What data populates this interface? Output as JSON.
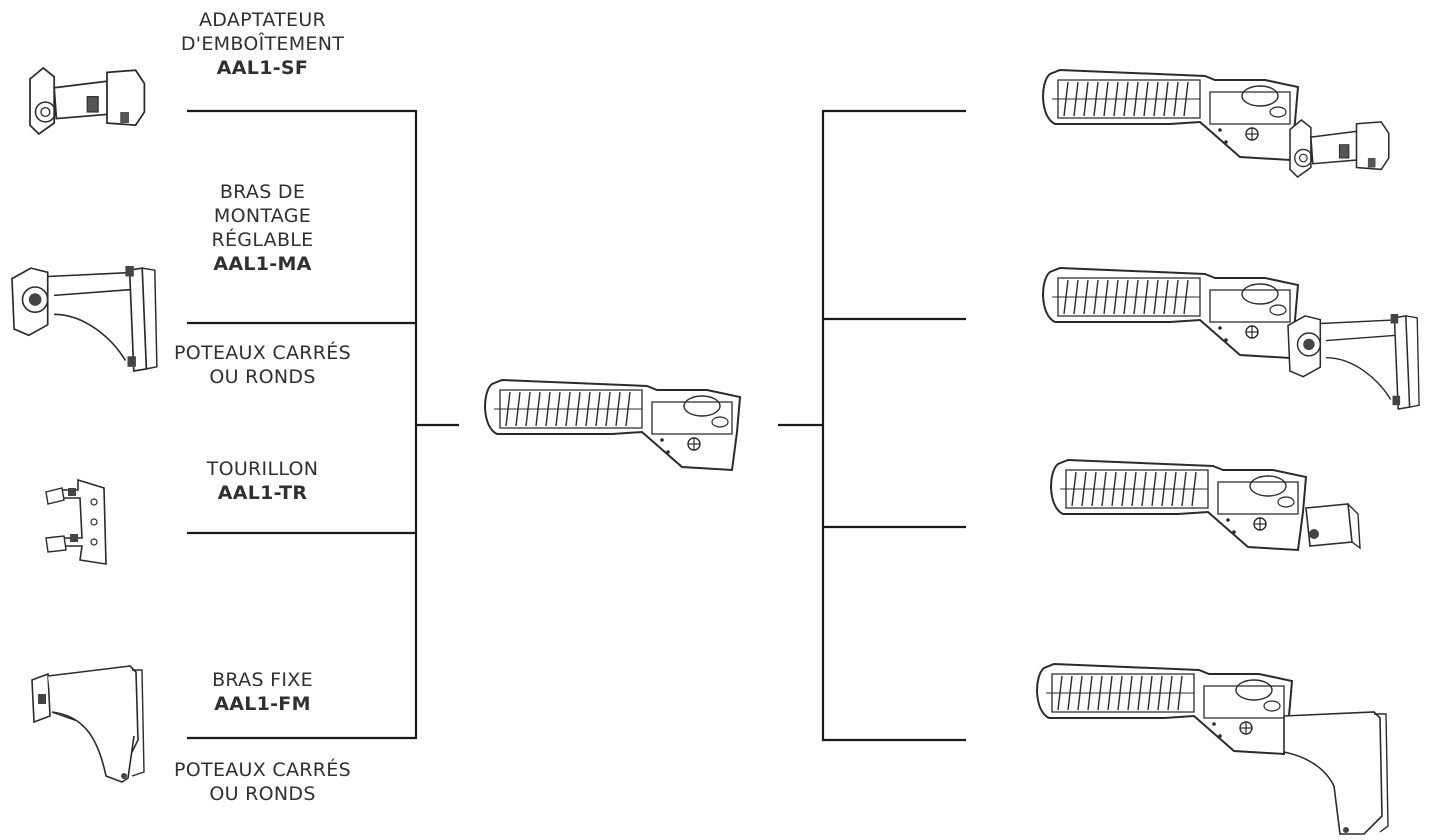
{
  "accessories": [
    {
      "id": "sf",
      "name_lines": [
        "ADAPTATEUR",
        "D'EMBOÎTEMENT"
      ],
      "code": "AAL1-SF"
    },
    {
      "id": "ma",
      "name_lines": [
        "BRAS DE",
        "MONTAGE",
        "RÉGLABLE"
      ],
      "code": "AAL1-MA",
      "note_lines": [
        "POTEAUX CARRÉS",
        "OU RONDS"
      ]
    },
    {
      "id": "tr",
      "name_lines": [
        "TOURILLON"
      ],
      "code": "AAL1-TR"
    },
    {
      "id": "fm",
      "name_lines": [
        "BRAS FIXE"
      ],
      "code": "AAL1-FM",
      "note_lines": [
        "POTEAUX CARRÉS",
        "OU RONDS"
      ]
    }
  ],
  "icons": {
    "center": "luminaire-fixture-icon",
    "left": [
      "slipfitter-adapter-icon",
      "adjustable-arm-icon",
      "trunnion-icon",
      "fixed-arm-icon"
    ],
    "right": [
      "luminaire-with-slipfitter-icon",
      "luminaire-with-adjustable-arm-icon",
      "luminaire-with-trunnion-icon",
      "luminaire-with-fixed-arm-icon"
    ]
  },
  "colors": {
    "line": "#1a1a1a",
    "drawing": "#333333",
    "text": "#303030"
  }
}
